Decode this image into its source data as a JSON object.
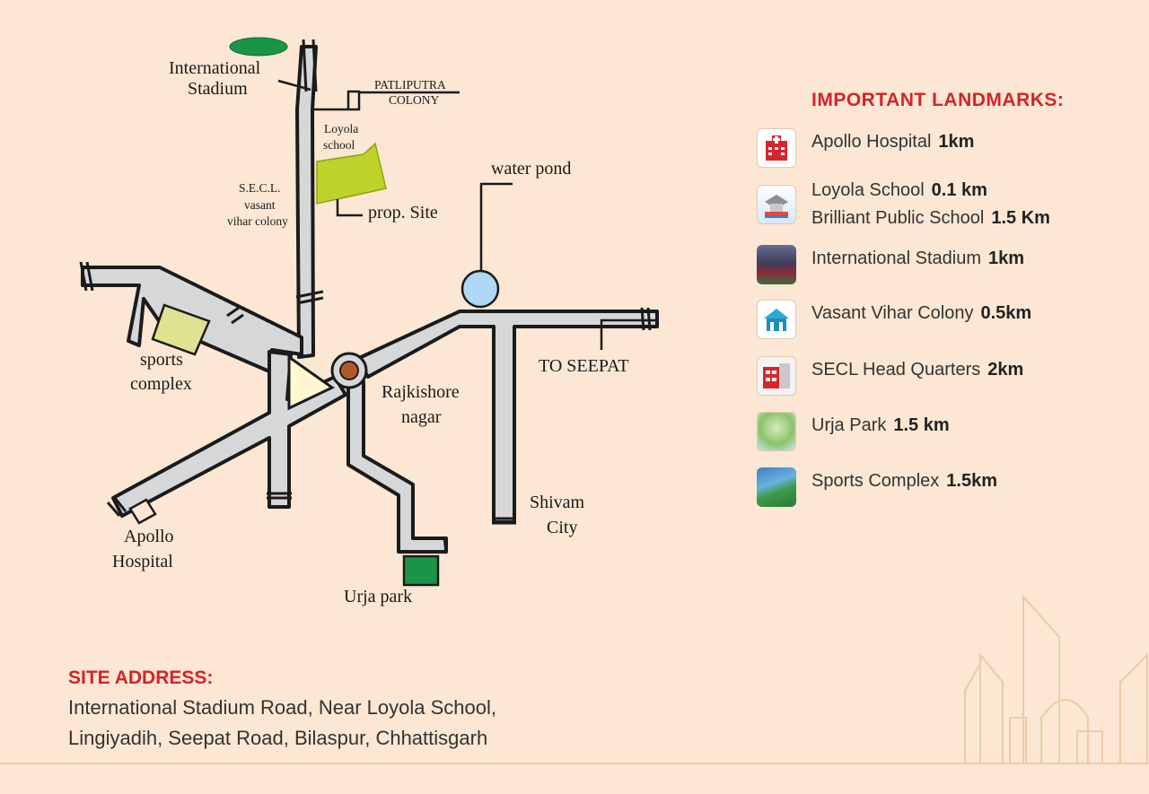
{
  "map_labels": {
    "international_stadium": [
      "International",
      "Stadium"
    ],
    "patliputra_colony": [
      "PATLIPUTRA",
      "COLONY"
    ],
    "loyola_school": [
      "Loyola",
      "school"
    ],
    "secl_vasant": [
      "S.E.C.L.",
      "vasant",
      "vihar colony"
    ],
    "prop_site": "prop. Site",
    "water_pond": "water pond",
    "to_seepat": "TO SEEPAT",
    "sports_complex": [
      "sports",
      "complex"
    ],
    "rajkishore_nagar": [
      "Rajkishore",
      "nagar"
    ],
    "shivam_city": [
      "Shivam",
      "City"
    ],
    "apollo_hospital": [
      "Apollo",
      "Hospital"
    ],
    "urja_park": "Urja park"
  },
  "colors": {
    "background": "#fbe7d3",
    "road": "#d6d7d9",
    "stadium": "#1a9447",
    "prop_site": "#bdd22a",
    "sports_complex": "#dfe291",
    "urja_park": "#1a9447",
    "water_pond": "#aed8f3",
    "roundabout": "#b0592d",
    "heading": "#d4232a"
  },
  "landmarks": {
    "title": "IMPORTANT  LANDMARKS:",
    "items": [
      {
        "icon": "hospital-icon",
        "lines": [
          {
            "name": "Apollo Hospital",
            "distance": "1km"
          }
        ]
      },
      {
        "icon": "school-icon",
        "lines": [
          {
            "name": "Loyola School",
            "distance": "0.1 km"
          },
          {
            "name": "Brilliant Public School",
            "distance": "1.5 Km"
          }
        ]
      },
      {
        "icon": "stadium-icon",
        "lines": [
          {
            "name": "International Stadium",
            "distance": "1km"
          }
        ]
      },
      {
        "icon": "colony-icon",
        "lines": [
          {
            "name": "Vasant Vihar Colony",
            "distance": "0.5km"
          }
        ]
      },
      {
        "icon": "office-building-icon",
        "lines": [
          {
            "name": "SECL Head Quarters",
            "distance": "2km"
          }
        ]
      },
      {
        "icon": "park-icon",
        "lines": [
          {
            "name": "Urja Park",
            "distance": "1.5 km"
          }
        ]
      },
      {
        "icon": "sports-complex-icon",
        "lines": [
          {
            "name": "Sports Complex",
            "distance": "1.5km"
          }
        ]
      }
    ]
  },
  "address": {
    "title": "SITE ADDRESS:",
    "lines": [
      "International Stadium Road, Near Loyola School,",
      "Lingiyadih, Seepat Road, Bilaspur, Chhattisgarh"
    ]
  }
}
